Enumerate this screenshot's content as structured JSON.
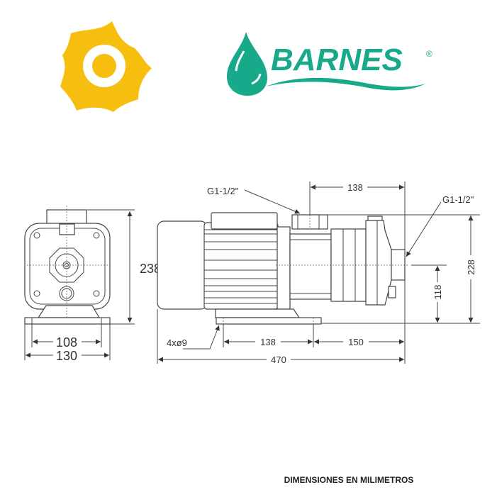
{
  "logos": {
    "brand_name": "BARNES",
    "registered_mark": "®",
    "brand_color": "#17A98A",
    "gear_color": "#F6BE0F"
  },
  "front_view": {
    "height_label": "238",
    "inner_width_label": "108",
    "outer_width_label": "130"
  },
  "side_view": {
    "discharge_label": "G1-1/2\"",
    "suction_label": "G1-1/2\"",
    "top_offset_label": "138",
    "total_height_label": "228",
    "axis_height_label": "118",
    "holes_label": "4xø9",
    "foot_spacing_label": "138",
    "foot_to_end_label": "150",
    "total_length_label": "470"
  },
  "footer": {
    "note": "DIMENSIONES EN MILIMETROS"
  }
}
